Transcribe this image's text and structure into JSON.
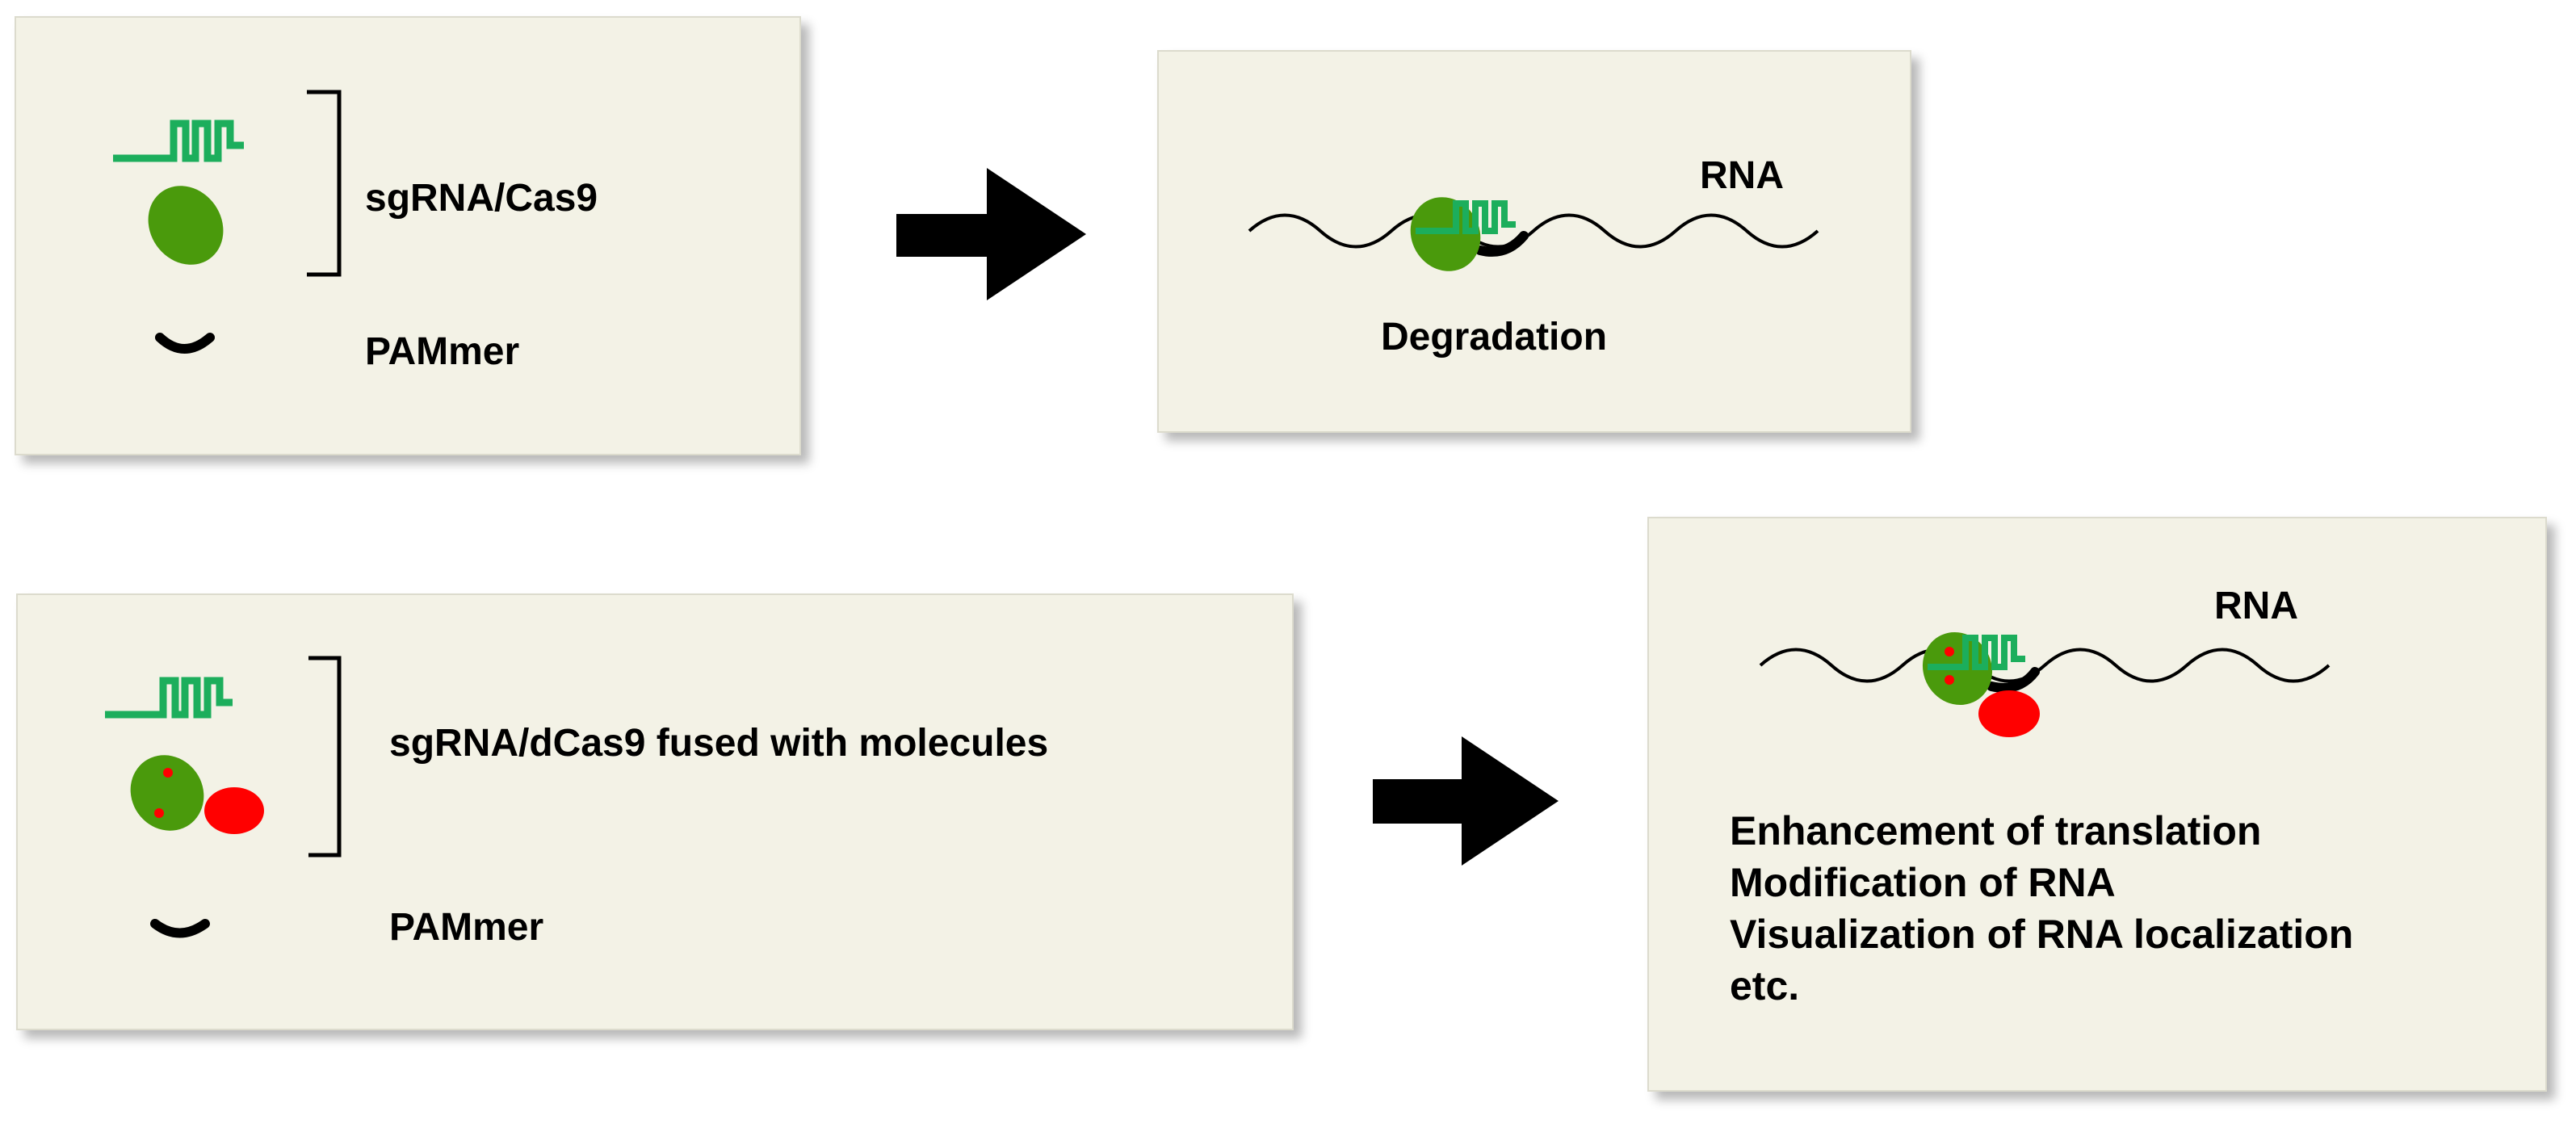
{
  "colors": {
    "panel_background": "#f3f2e6",
    "cas9_green": "#4a9a0c",
    "sgrna_green": "#1cae5c",
    "effector_red": "#ff0000",
    "pammer_black": "#000000",
    "arrow_black": "#000000"
  },
  "top_left_panel": {
    "bracket_label": "sgRNA/Cas9",
    "pammer_label": "PAMmer"
  },
  "top_right_panel": {
    "rna_label": "RNA",
    "outcome_label": "Degradation"
  },
  "bottom_left_panel": {
    "bracket_label": "sgRNA/dCas9 fused with molecules",
    "pammer_label": "PAMmer"
  },
  "bottom_right_panel": {
    "rna_label": "RNA",
    "outcomes": [
      "Enhancement of translation",
      "Modification of RNA",
      "Visualization of RNA localization",
      "etc."
    ]
  }
}
